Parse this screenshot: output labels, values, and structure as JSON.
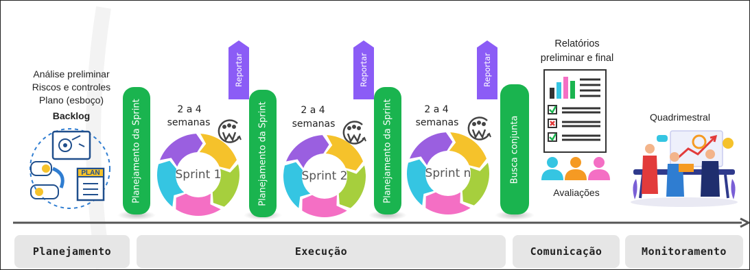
{
  "planning": {
    "lines": [
      "Análise preliminar",
      "Riscos e controles",
      "Plano (esboço)"
    ],
    "backlog": "Backlog",
    "plan_label": "PLAN"
  },
  "sprint_planning_label": "Planejamento da Sprint",
  "report_label": "Reportar",
  "duration_line1": "2 a 4",
  "duration_line2": "semanas",
  "sprints": [
    "Sprint 1",
    "Sprint 2",
    "Sprint n"
  ],
  "joint_search_label": "Busca conjunta",
  "reports": {
    "line1": "Relatórios",
    "line2": "preliminar e final"
  },
  "evaluations_label": "Avaliações",
  "four_monthly_label": "Quadrimestral",
  "phases": [
    "Planejamento",
    "Execução",
    "Comunicação",
    "Monitoramento"
  ],
  "colors": {
    "green": "#1ab44f",
    "purple": "#8b5cf6",
    "cycle": [
      "#f5c22b",
      "#a6cf3d",
      "#f46fc4",
      "#35c5e2",
      "#9a5fe0"
    ]
  }
}
